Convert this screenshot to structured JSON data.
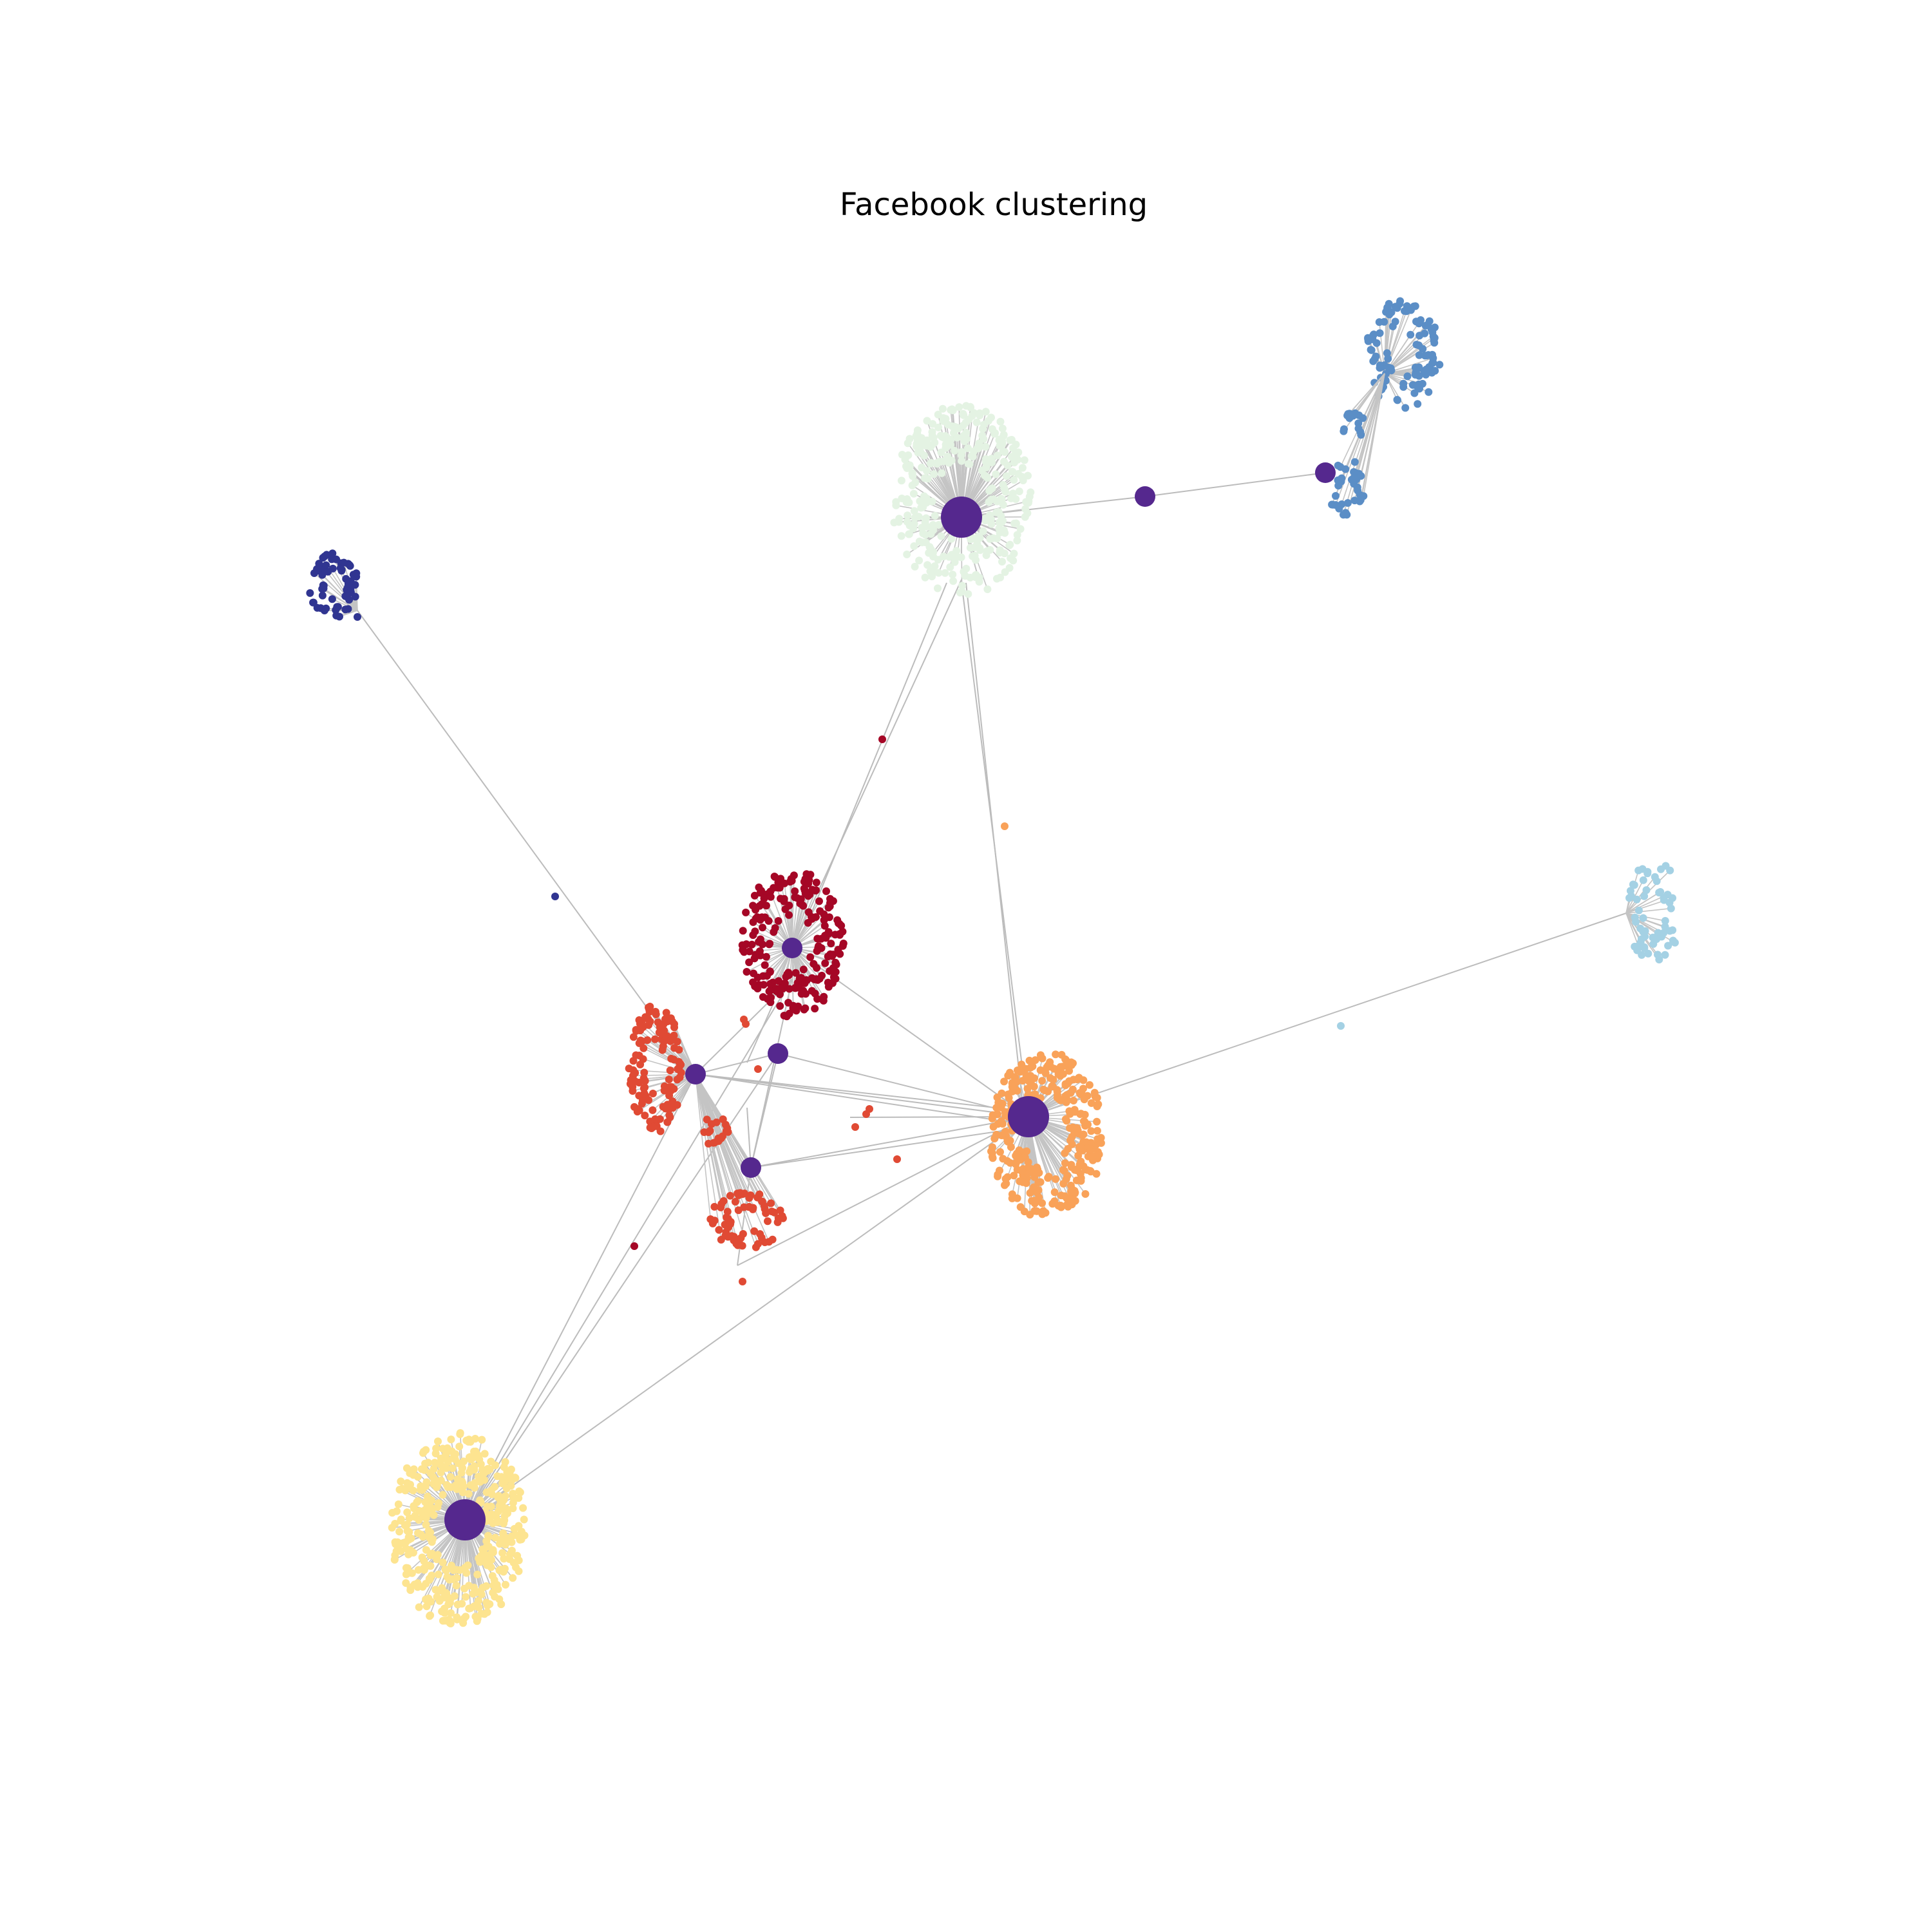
{
  "title": "Facebook clustering",
  "colors": {
    "hub": "#55288e",
    "edge": "#bcbcbc",
    "cluster_mint": "#e4f3e3",
    "cluster_steelblue": "#5b8ec6",
    "cluster_navy": "#303591",
    "cluster_crimson": "#a50726",
    "cluster_vermilion": "#e04a34",
    "cluster_orange": "#f9a259",
    "cluster_yellow": "#fde490",
    "cluster_lightblue": "#a4d1e4"
  },
  "network": {
    "hubs": [
      {
        "id": "H1",
        "color_key": "hub",
        "size": "large"
      },
      {
        "id": "H2",
        "color_key": "hub",
        "size": "medium"
      },
      {
        "id": "H3",
        "color_key": "hub",
        "size": "medium"
      },
      {
        "id": "H4",
        "color_key": "hub",
        "size": "medium"
      },
      {
        "id": "H5",
        "color_key": "hub",
        "size": "medium"
      },
      {
        "id": "H6",
        "color_key": "hub",
        "size": "large"
      },
      {
        "id": "H7",
        "color_key": "hub",
        "size": "medium"
      },
      {
        "id": "H8",
        "color_key": "hub",
        "size": "medium"
      },
      {
        "id": "H9",
        "color_key": "hub",
        "size": "large"
      }
    ],
    "clusters": [
      {
        "id": "C1",
        "color_key": "cluster_mint",
        "hub": "H1",
        "members": 340
      },
      {
        "id": "C2",
        "color_key": "cluster_steelblue",
        "hub": "H3",
        "members": 160
      },
      {
        "id": "C3",
        "color_key": "cluster_navy",
        "hub": null,
        "members": 60
      },
      {
        "id": "C4",
        "color_key": "cluster_crimson",
        "hub": "H4",
        "members": 225
      },
      {
        "id": "C5",
        "color_key": "cluster_vermilion",
        "hub": "H5",
        "members": 220
      },
      {
        "id": "C6",
        "color_key": "cluster_orange",
        "hub": "H6",
        "members": 330
      },
      {
        "id": "C7",
        "color_key": "cluster_yellow",
        "hub": "H9",
        "members": 420
      },
      {
        "id": "C8",
        "color_key": "cluster_lightblue",
        "hub": null,
        "members": 60
      }
    ]
  }
}
